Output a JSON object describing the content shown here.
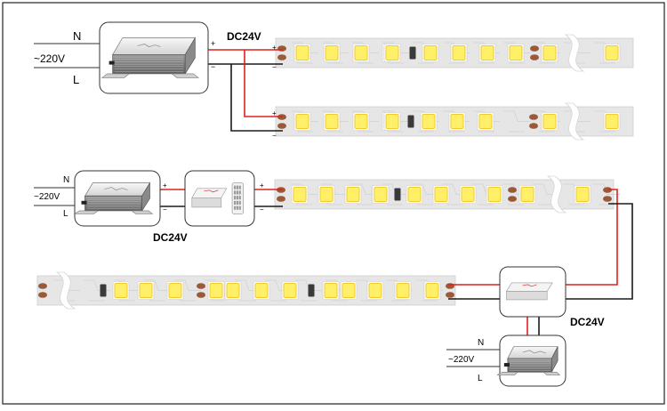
{
  "labels": {
    "neutral": "N",
    "live": "L",
    "mains": "~220V",
    "dc_output": "DC24V",
    "plus": "+",
    "minus": "−"
  },
  "colors": {
    "positive_wire": "#e0201e",
    "negative_wire": "#1a1a1a",
    "strip_body": "#e6e6e6",
    "strip_edge": "#cfcfcf",
    "led_chip": "#fff067",
    "led_frame": "#f3ca2a",
    "solder_pad": "#9a5a38",
    "resistor": "#3a3a3a",
    "device_box": "#ffffff",
    "frame": "#222222"
  },
  "icons": {
    "power_supply": "power-supply-icon",
    "controller": "controller-icon",
    "remote": "remote-icon"
  }
}
